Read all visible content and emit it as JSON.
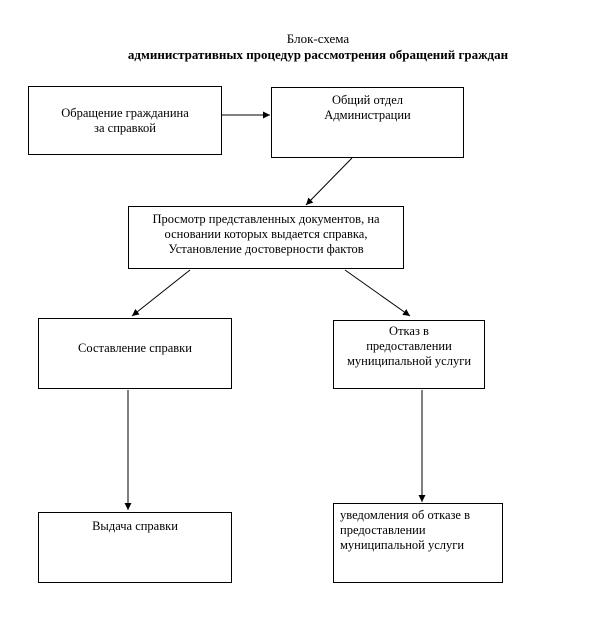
{
  "title": {
    "line1": "Блок-схема",
    "line2": "административных процедур рассмотрения обращений граждан"
  },
  "boxes": {
    "request": {
      "lines": [
        "Обращение гражданина",
        "за справкой"
      ]
    },
    "general_dept": {
      "lines": [
        "Общий отдел",
        "Администрации"
      ]
    },
    "review": {
      "lines": [
        "Просмотр представленных документов, на",
        "основании которых выдается справка,",
        "Установление достоверности фактов"
      ]
    },
    "compose": {
      "lines": [
        "Составление справки"
      ]
    },
    "refusal": {
      "lines": [
        "Отказ в",
        "предоставлении",
        "муниципальной услуги"
      ]
    },
    "issue": {
      "lines": [
        "Выдача справки"
      ]
    },
    "notice": {
      "lines": [
        "уведомления об отказе в",
        "предоставлении",
        "муниципальной услуги"
      ]
    }
  }
}
